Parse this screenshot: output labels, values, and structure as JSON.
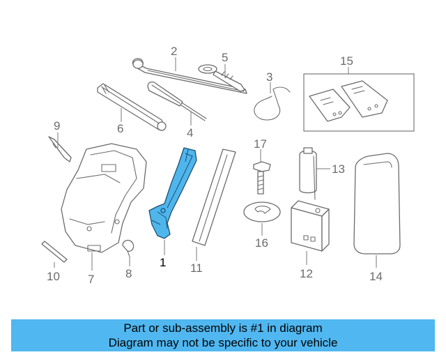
{
  "diagram": {
    "highlight_color": "#4fb6ec",
    "banner_color": "#50b7f0",
    "callouts": [
      {
        "id": "1",
        "label": "1",
        "highlighted": true
      },
      {
        "id": "2",
        "label": "2"
      },
      {
        "id": "3",
        "label": "3"
      },
      {
        "id": "4",
        "label": "4"
      },
      {
        "id": "5",
        "label": "5"
      },
      {
        "id": "6",
        "label": "6"
      },
      {
        "id": "7",
        "label": "7"
      },
      {
        "id": "8",
        "label": "8"
      },
      {
        "id": "9",
        "label": "9"
      },
      {
        "id": "10",
        "label": "10"
      },
      {
        "id": "11",
        "label": "11"
      },
      {
        "id": "12",
        "label": "12"
      },
      {
        "id": "13",
        "label": "13"
      },
      {
        "id": "14",
        "label": "14"
      },
      {
        "id": "15",
        "label": "15"
      },
      {
        "id": "16",
        "label": "16"
      },
      {
        "id": "17",
        "label": "17"
      }
    ]
  },
  "banner": {
    "line1": "Part or sub-assembly is #1 in diagram",
    "line2": "Diagram may not be specific to your vehicle"
  }
}
